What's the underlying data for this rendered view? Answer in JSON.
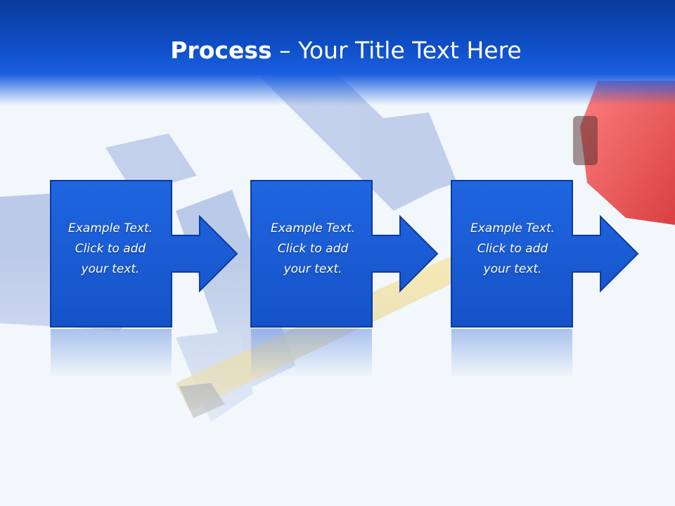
{
  "title": {
    "bold": "Process",
    "rest": " – Your Title Text Here"
  },
  "steps": [
    {
      "lines": [
        "Example Text.",
        "Click  to add",
        "your text."
      ]
    },
    {
      "lines": [
        "Example Text.",
        "Click  to add",
        "your text."
      ]
    },
    {
      "lines": [
        "Example Text.",
        "Click  to add",
        "your text."
      ]
    }
  ],
  "colors": {
    "title_bar": "#0f4fc8",
    "box_fill": "#1b5ed8",
    "box_border": "#0b3aa0",
    "background": "#f2f7fc"
  }
}
